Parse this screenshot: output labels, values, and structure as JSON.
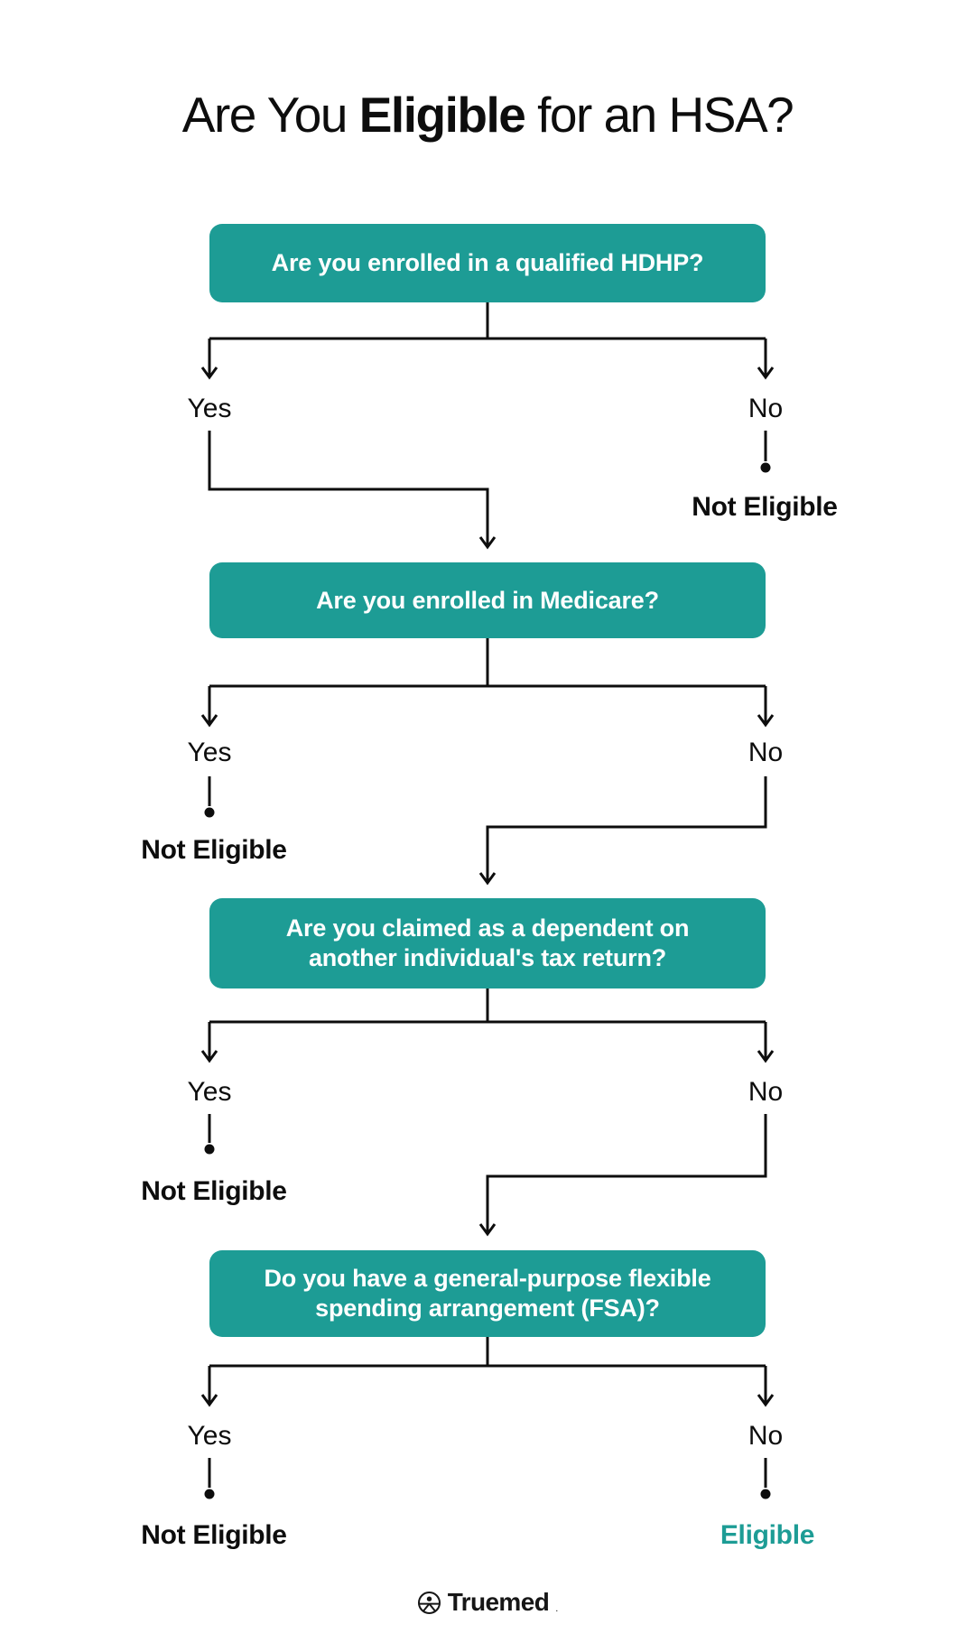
{
  "title": {
    "prefix": "Are You",
    "highlight": "Eligible",
    "suffix": "for an HSA?"
  },
  "colors": {
    "teal": "#1D9C95",
    "line_black": "#0d0d0d",
    "background": "#ffffff",
    "box_text": "#ffffff",
    "eligible_text": "#1D9C95"
  },
  "steps": [
    {
      "lines": [
        "Are you enrolled in a qualified HDHP?"
      ],
      "yes_label": "Yes",
      "no_label": "No",
      "yes_result": "",
      "no_result": "Not Eligible"
    },
    {
      "lines": [
        "Are you enrolled in Medicare?"
      ],
      "yes_label": "Yes",
      "no_label": "No",
      "yes_result": "Not Eligible",
      "no_result": ""
    },
    {
      "lines": [
        "Are you claimed as a dependent on",
        "another individual's tax return?"
      ],
      "yes_label": "Yes",
      "no_label": "No",
      "yes_result": "Not Eligible",
      "no_result": ""
    },
    {
      "lines": [
        "Do you have a general-purpose flexible",
        "spending arrangement (FSA)?"
      ],
      "yes_label": "Yes",
      "no_label": "No",
      "yes_result": "Not Eligible",
      "no_result": "Eligible"
    }
  ],
  "logo": {
    "brand": "Truemed",
    "mark": "."
  }
}
